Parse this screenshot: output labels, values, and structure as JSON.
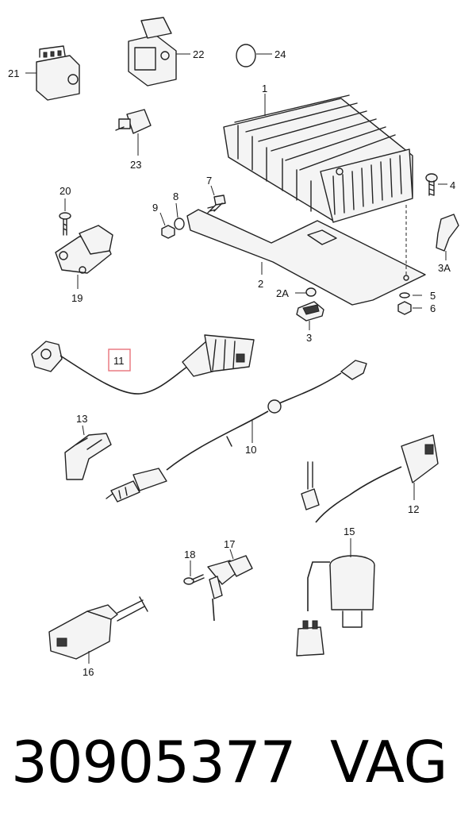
{
  "diagram": {
    "callouts": {
      "c1": "1",
      "c2": "2",
      "c2a": "2A",
      "c3": "3",
      "c3a": "3A",
      "c4": "4",
      "c5": "5",
      "c6": "6",
      "c7": "7",
      "c8": "8",
      "c9": "9",
      "c10": "10",
      "c11": "11",
      "c12": "12",
      "c13": "13",
      "c15": "15",
      "c16": "16",
      "c17": "17",
      "c18": "18",
      "c19": "19",
      "c20": "20",
      "c21": "21",
      "c22": "22",
      "c23": "23",
      "c24": "24"
    },
    "highlight_color": "#e8727a"
  },
  "footer": {
    "part_number": "30905377",
    "brand": "VAG"
  }
}
